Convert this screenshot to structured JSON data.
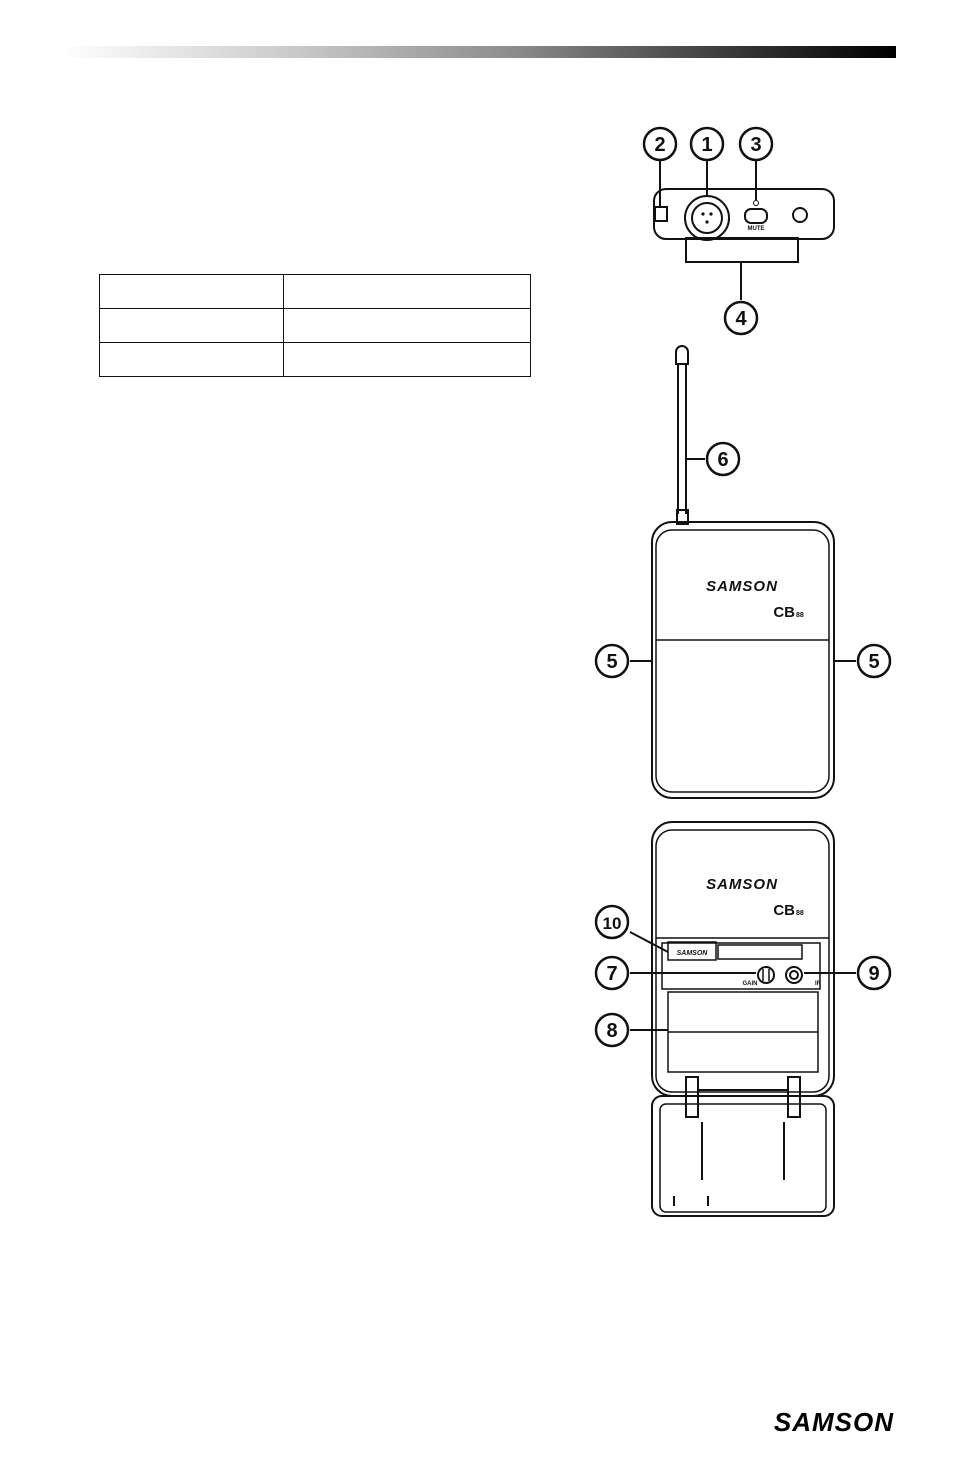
{
  "figure": {
    "callouts": [
      "1",
      "2",
      "3",
      "4",
      "5",
      "5",
      "6",
      "7",
      "8",
      "9",
      "10"
    ],
    "brand_top": "SAMSON",
    "model_top": "CB",
    "model_sub_top": "88",
    "brand_bottom": "SAMSON",
    "model_bottom": "CB",
    "model_sub_bottom": "88",
    "mute_label": "MUTE",
    "battery_label": "SAMSON",
    "gain_label": "GAIN",
    "ir_label": "IR"
  },
  "footer": {
    "logo": "SAMSON"
  }
}
